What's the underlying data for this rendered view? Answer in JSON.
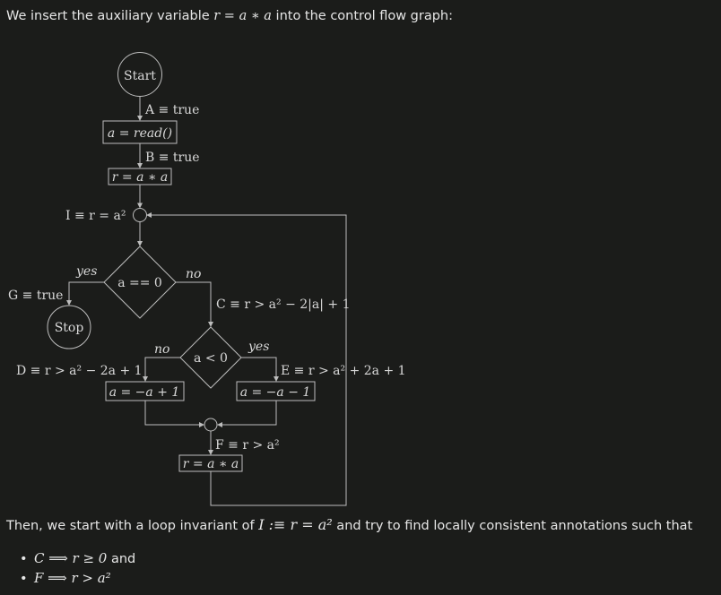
{
  "intro": {
    "before": "We insert the auxiliary variable ",
    "math": "r = a ∗ a",
    "after": " into the control flow graph:"
  },
  "flow": {
    "start": "Start",
    "stop": "Stop",
    "box_read": "a = read()",
    "box_r1": "r = a ∗ a",
    "box_inc": "a = −a + 1",
    "box_dec": "a = −a − 1",
    "box_r2": "r = a ∗ a",
    "cond1": "a == 0",
    "cond2": "a < 0",
    "yes": "yes",
    "no": "no",
    "ann_A": "A ≡ true",
    "ann_B": "B ≡ true",
    "ann_I": "I ≡ r = a²",
    "ann_G": "G ≡ true",
    "ann_C": "C ≡ r > a² − 2|a| + 1",
    "ann_D": "D ≡ r > a² − 2a + 1",
    "ann_E": "E ≡ r > a² + 2a + 1",
    "ann_F": "F ≡ r > a²"
  },
  "outro": {
    "before": "Then, we start with a loop invariant of ",
    "math": "I :≡ r = a²",
    "after": " and try to find locally consistent annotations such that"
  },
  "bullets": [
    {
      "math": "C ⟹ r ≥ 0",
      "text": " and"
    },
    {
      "math": "F ⟹ r > a²",
      "text": ""
    }
  ]
}
